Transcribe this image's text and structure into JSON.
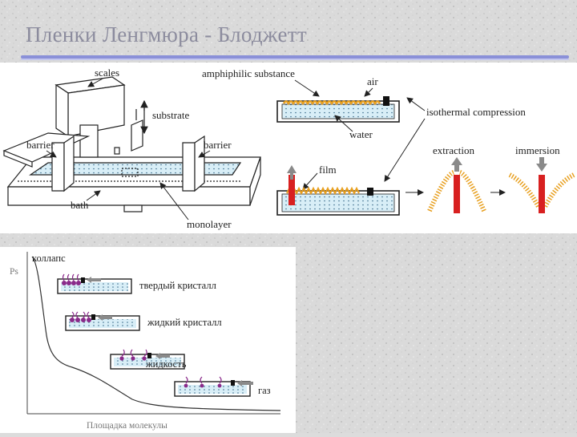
{
  "title": "Пленки Ленгмюра - Блоджетт",
  "colors": {
    "title": "#8c8c9e",
    "rule": "#8a90d8",
    "water": "#d6ecf5",
    "molecule": "#e8a020",
    "film_red": "#d82020",
    "arrow_gray": "#8a8a8a",
    "molecule_purple": "#8a2a8a"
  },
  "apparatus": {
    "scales": "scales",
    "substrate": "substrate",
    "barrier_left": "barrier",
    "barrier_right": "barrier",
    "bath": "bath",
    "monolayer": "monolayer"
  },
  "process": {
    "amphiphilic": "amphiphilic substance",
    "air": "air",
    "water": "water",
    "isothermal": "isothermal compression",
    "film": "film",
    "extraction": "extraction",
    "immersion": "immersion"
  },
  "isotherm": {
    "axis_y": "Ps",
    "axis_x": "Площадка молекулы",
    "collapse": "коллапс",
    "solid": "твердый кристалл",
    "liquid_crystal": "жидкий кристалл",
    "liquid": "жидкость",
    "gas": "газ"
  }
}
